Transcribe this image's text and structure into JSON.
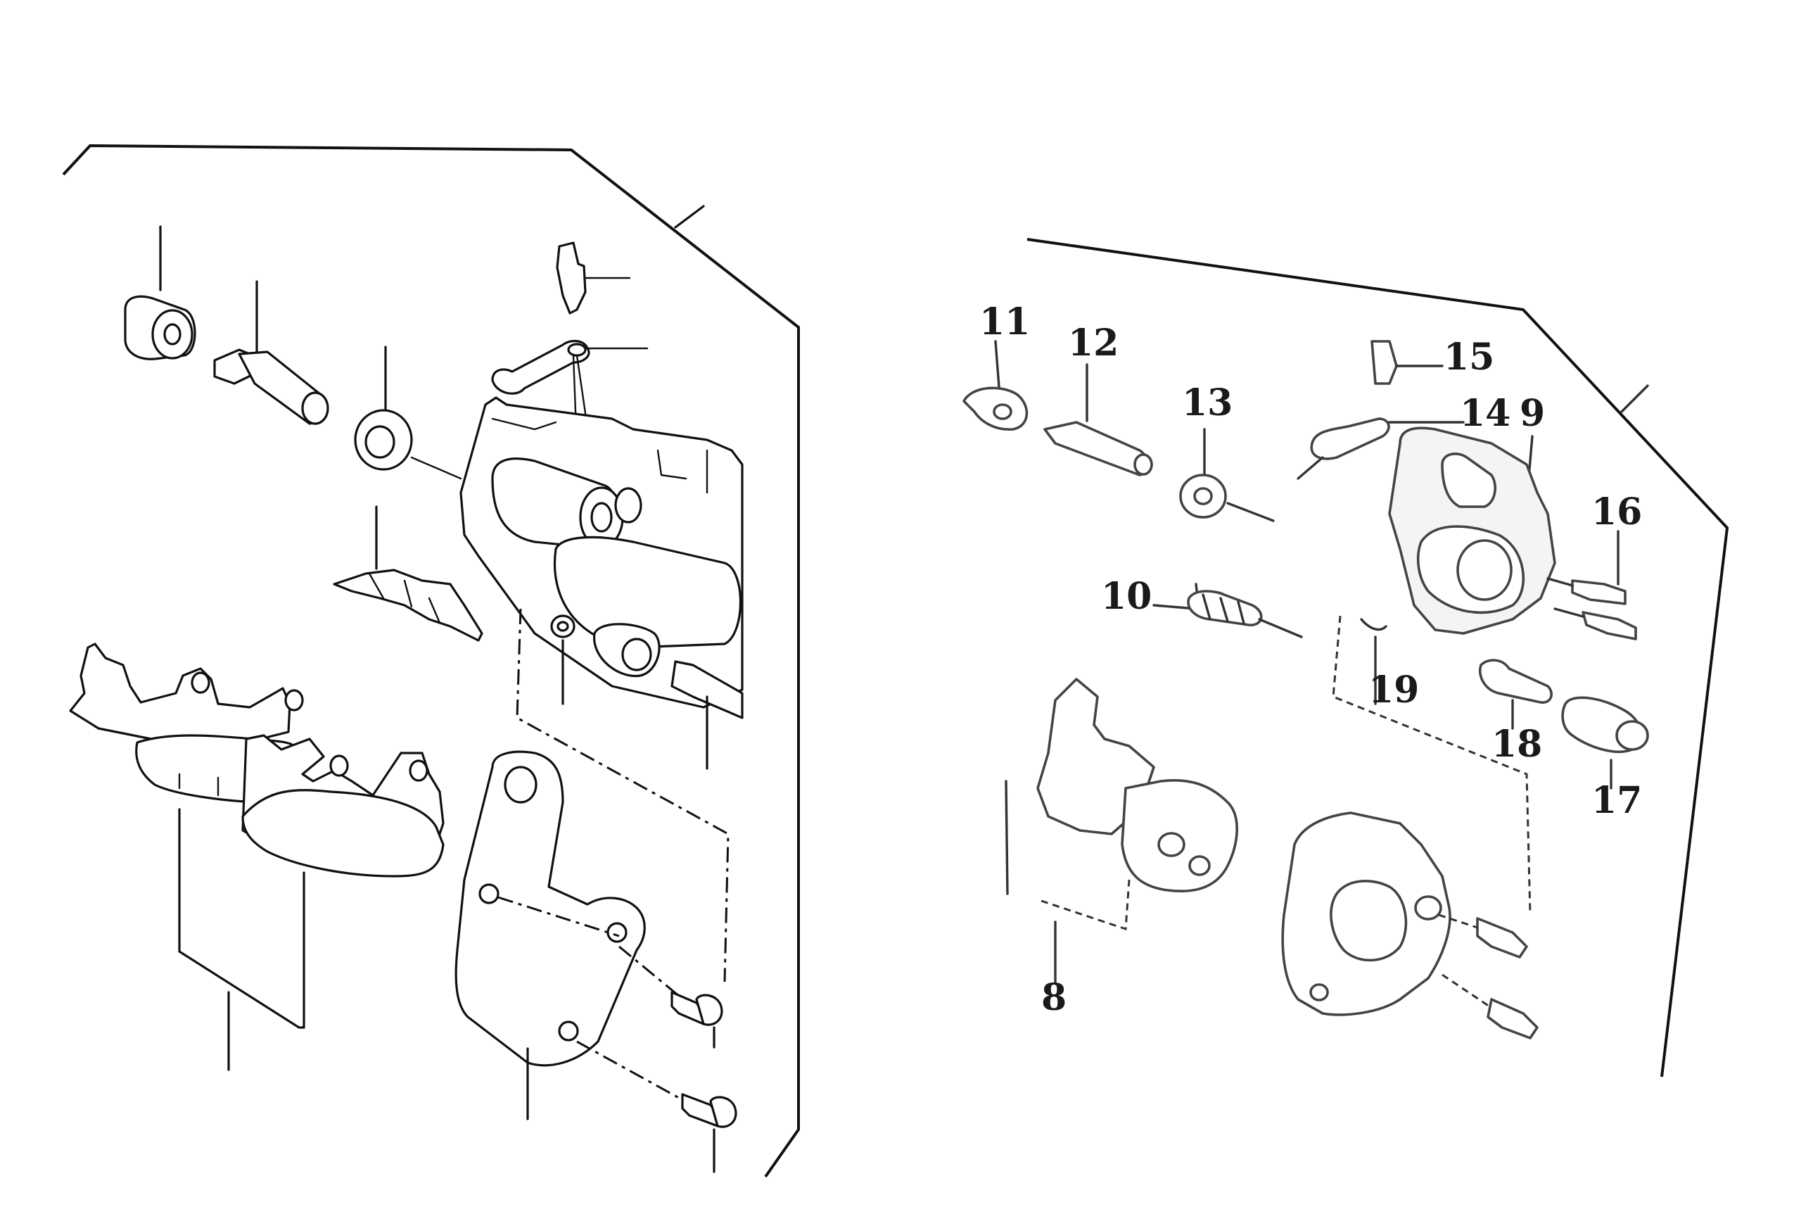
{
  "diagram": {
    "right_panel": {
      "part_numbers": [
        {
          "id": "p11",
          "label": "11"
        },
        {
          "id": "p12",
          "label": "12"
        },
        {
          "id": "p13",
          "label": "13"
        },
        {
          "id": "p15",
          "label": "15"
        },
        {
          "id": "p14",
          "label": "14"
        },
        {
          "id": "p9",
          "label": "9"
        },
        {
          "id": "p16",
          "label": "16"
        },
        {
          "id": "p10",
          "label": "10"
        },
        {
          "id": "p19",
          "label": "19"
        },
        {
          "id": "p18",
          "label": "18"
        },
        {
          "id": "p17",
          "label": "17"
        },
        {
          "id": "p8",
          "label": "8"
        }
      ]
    }
  }
}
